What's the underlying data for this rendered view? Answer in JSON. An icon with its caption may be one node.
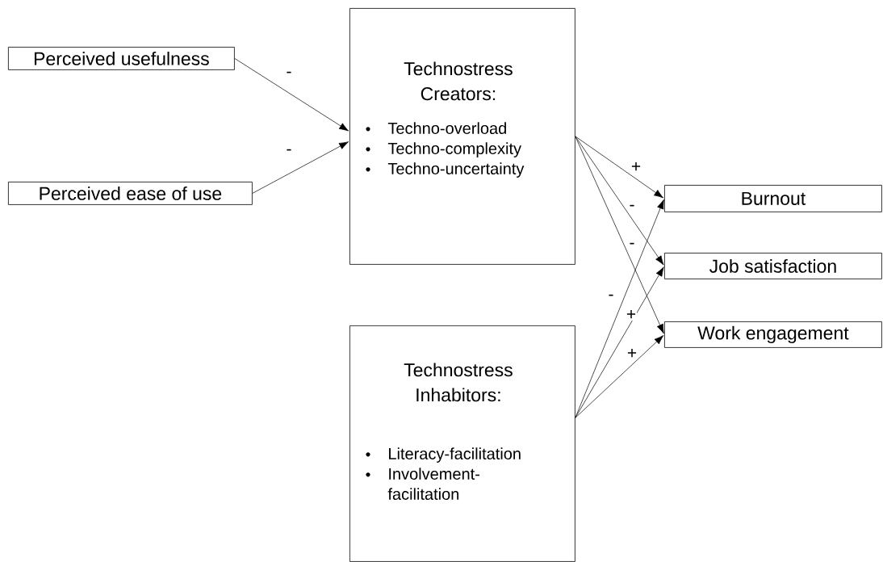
{
  "diagram": {
    "nodes": [
      {
        "text": [
          "Perceived usefulness"
        ]
      },
      {
        "text": [
          "Perceived ease of use"
        ]
      },
      {
        "text": [
          "Technostress Creators:",
          "Techno-overload",
          "Techno-complexity",
          "Techno-uncertainty"
        ]
      },
      {
        "text": [
          "Technostress Inhabitors:",
          "Literacy-facilitation",
          "Involvement-facilitation"
        ]
      },
      {
        "text": [
          "Burnout"
        ]
      },
      {
        "text": [
          "Job satisfaction"
        ]
      },
      {
        "text": [
          "Work engagement"
        ]
      }
    ],
    "edges": [
      {
        "from": 0,
        "to": 2,
        "arrow": "to",
        "label": "-"
      },
      {
        "from": 1,
        "to": 2,
        "arrow": "to",
        "label": "-"
      },
      {
        "from": 2,
        "to": 4,
        "arrow": "to",
        "label": "+"
      },
      {
        "from": 2,
        "to": 5,
        "arrow": "to",
        "label": "-"
      },
      {
        "from": 2,
        "to": 6,
        "arrow": "to",
        "label": "-"
      },
      {
        "from": 3,
        "to": 4,
        "arrow": "to",
        "label": "-"
      },
      {
        "from": 3,
        "to": 5,
        "arrow": "to",
        "label": "+"
      },
      {
        "from": 3,
        "to": 6,
        "arrow": "to",
        "label": "+"
      }
    ]
  }
}
